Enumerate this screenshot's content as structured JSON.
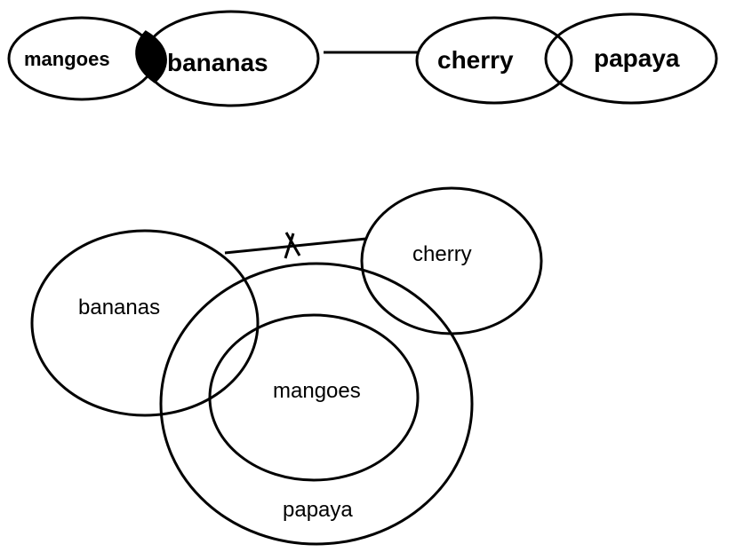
{
  "top_diagram": {
    "mangoes": "mangoes",
    "bananas": "bananas",
    "cherry": "cherry",
    "papaya": "papaya"
  },
  "bottom_diagram": {
    "bananas": "bananas",
    "cherry": "cherry",
    "mangoes": "mangoes",
    "papaya": "papaya"
  }
}
